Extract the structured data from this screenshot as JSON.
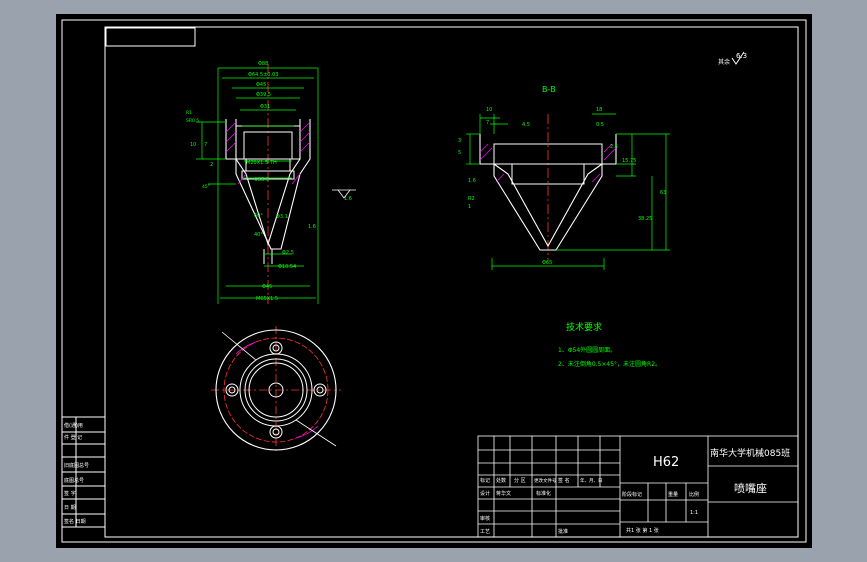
{
  "colors": {
    "background": "#000000",
    "frame": "#ffffff",
    "dims": "#00ff00",
    "center_lines": "#ff3333",
    "hatch": "#ff00ff",
    "chrome": "#9aa3ad"
  },
  "front_view": {
    "dims": [
      "Φ88",
      "Φ64.5±0.03",
      "Φ45",
      "Φ39.5",
      "Φ31",
      "M20X1.5-7H",
      "Φ33.5",
      "60°",
      "40°",
      "Φ2.5",
      "Φ45",
      "M65X1.5",
      "Φ10.54",
      "45°",
      "1.6",
      "1.6",
      "Φ3.1",
      "R1",
      "SR0.5",
      "10",
      "7",
      "2"
    ]
  },
  "section_view": {
    "title": "B-B",
    "dims": [
      "10",
      "18",
      "7",
      "4.5",
      "3",
      "5",
      "0.5",
      "2.5",
      "15.75",
      "38.25",
      "63",
      "Φ65",
      "R2",
      "1",
      "1.6"
    ]
  },
  "roughness_note": "其余",
  "roughness_value": "6.3",
  "tech_req": {
    "title": "技术要求",
    "items": [
      "1、Φ54外圆圆周面。",
      "2、未注倒角0.5×45°，未注圆角R2。"
    ]
  },
  "side_labels": [
    "借(通)用",
    "件 登 记",
    "旧底图总号",
    "底图总号",
    "签  字",
    "日  期",
    "签名  日期"
  ],
  "title_block": {
    "material": "H62",
    "school": "南华大学机械085班",
    "part_name": "喷嘴座",
    "scale": "1:1",
    "row_headers": [
      "标记",
      "处数",
      "分 区",
      "更改文件号",
      "签 名",
      "年、月、日"
    ],
    "designer_label": "设计",
    "designer": "蒋华文",
    "standard_label": "标准化",
    "stage_labels": [
      "阶段标记",
      "重量",
      "比例"
    ],
    "review_label": "审核",
    "process_label": "工艺",
    "approve_label": "批准",
    "sheet_info": "共1 张  第 1 张"
  }
}
